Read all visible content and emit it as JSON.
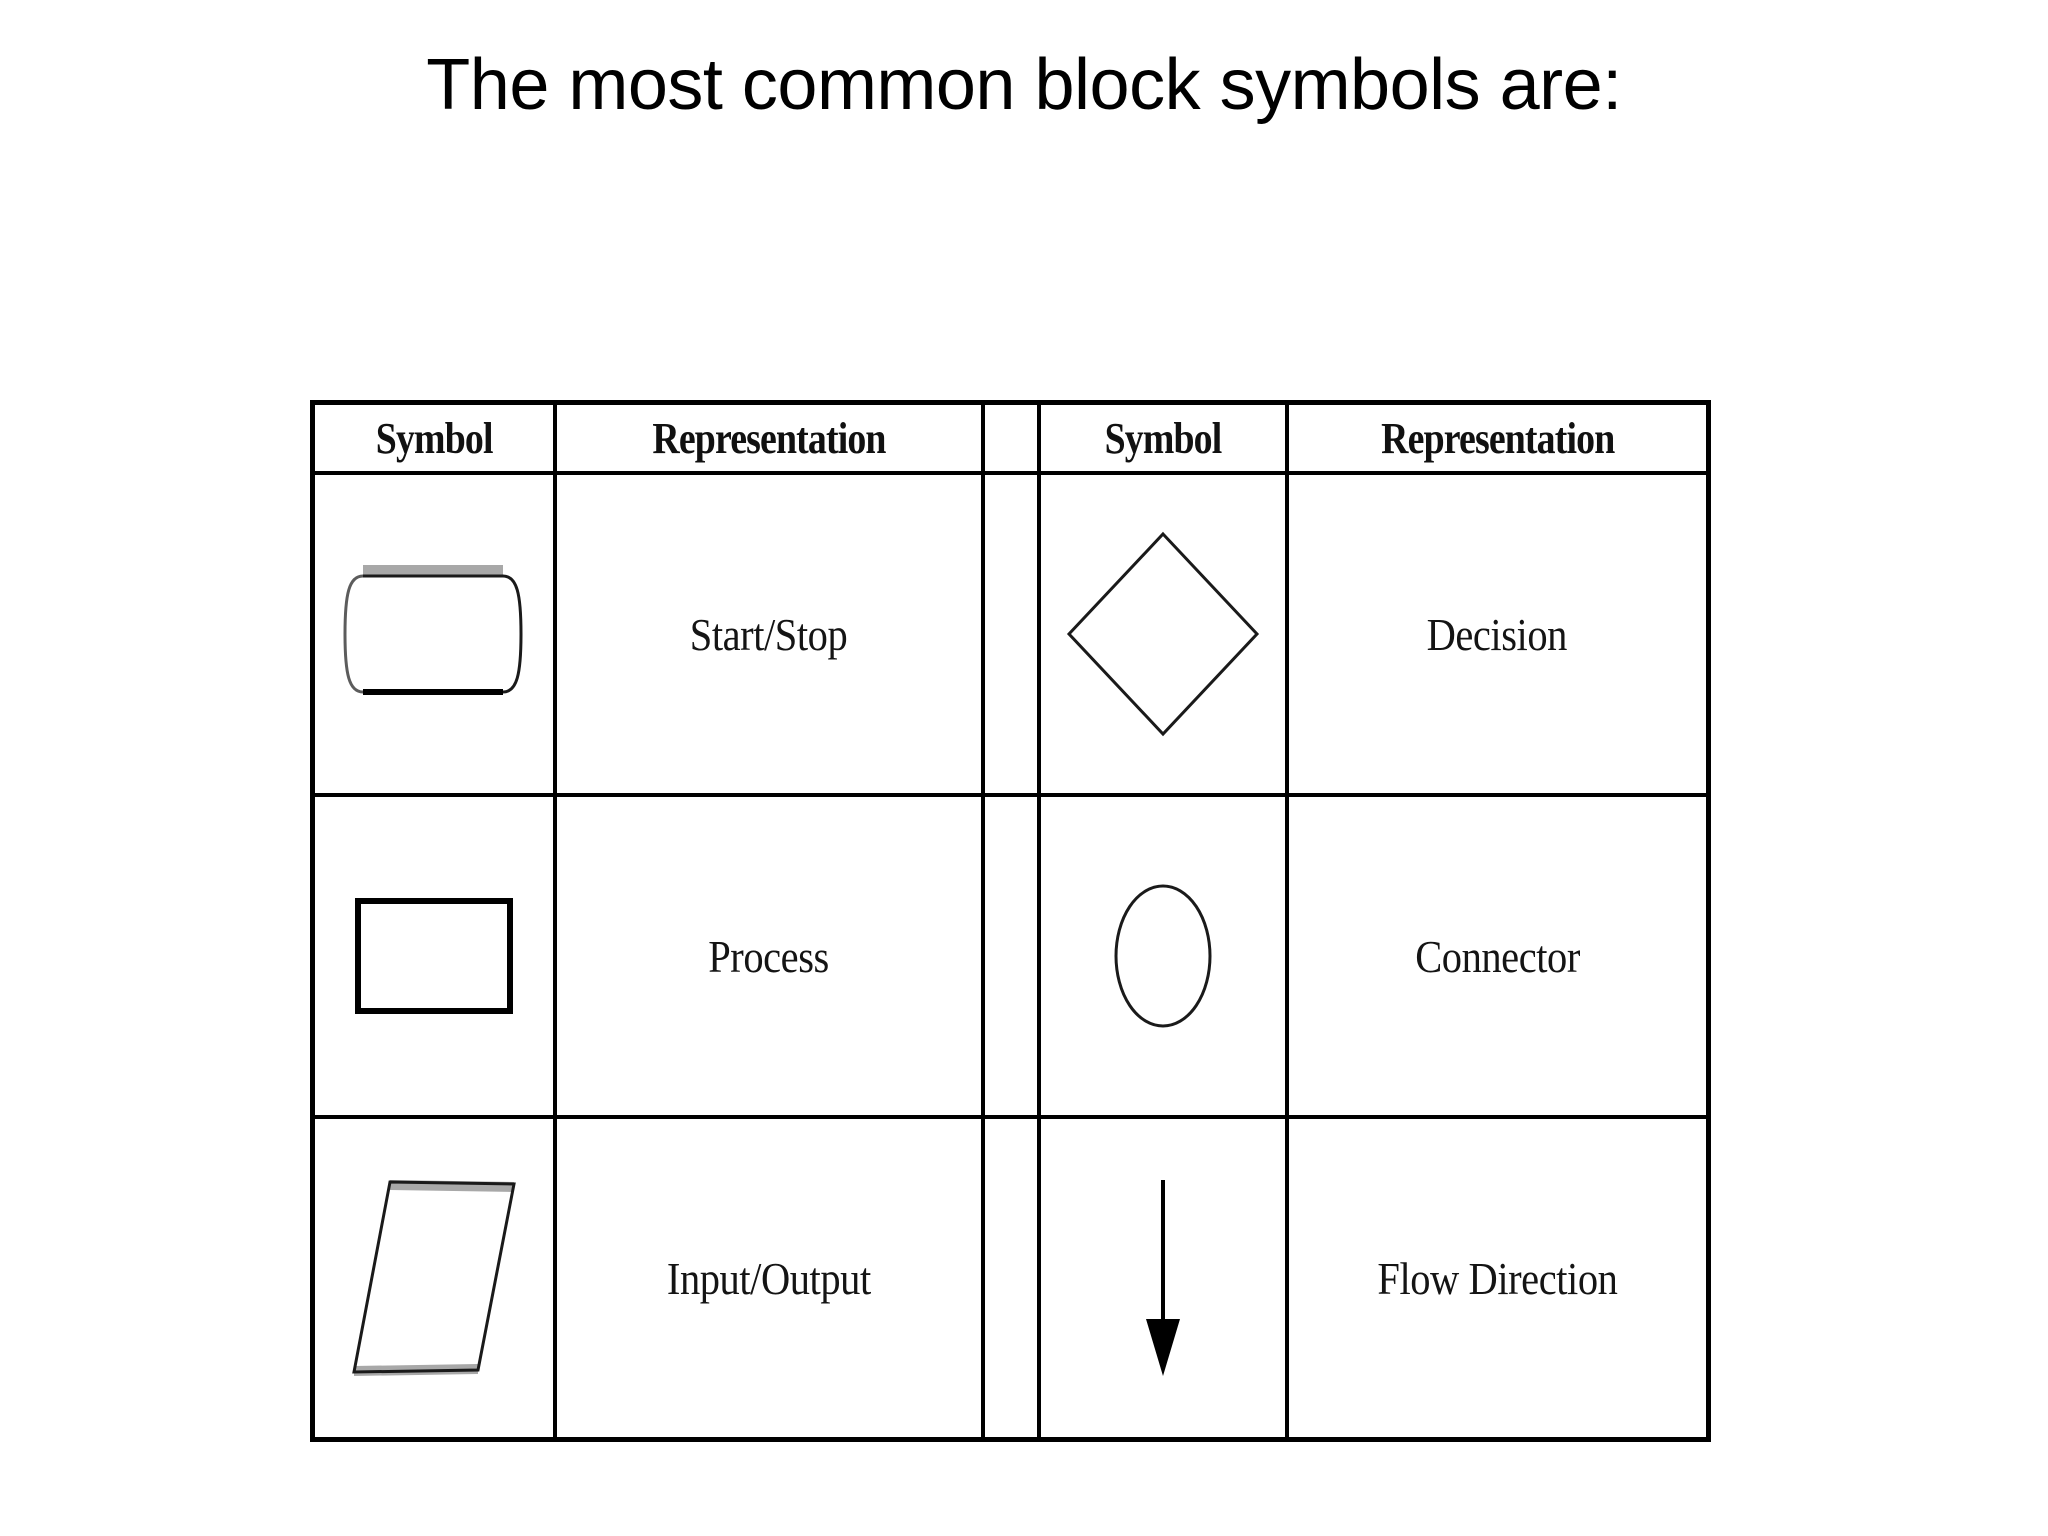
{
  "slide": {
    "title": "The most common block symbols are:",
    "background_color": "#ffffff",
    "text_color": "#000000"
  },
  "table": {
    "divider_color": "#cbcbcb",
    "border_color": "#000000",
    "headers": {
      "symbol_left": "Symbol",
      "representation_left": "Representation",
      "symbol_right": "Symbol",
      "representation_right": "Representation"
    },
    "rows": [
      {
        "left": {
          "symbol_name": "rounded-rectangle-terminator-shape",
          "representation": "Start/Stop"
        },
        "right": {
          "symbol_name": "diamond-decision-shape",
          "representation": "Decision"
        }
      },
      {
        "left": {
          "symbol_name": "rectangle-process-shape",
          "representation": "Process"
        },
        "right": {
          "symbol_name": "ellipse-connector-shape",
          "representation": "Connector"
        }
      },
      {
        "left": {
          "symbol_name": "parallelogram-input-output-shape",
          "representation": "Input/Output"
        },
        "right": {
          "symbol_name": "down-arrow-flow-direction-shape",
          "representation": "Flow Direction"
        }
      }
    ]
  }
}
